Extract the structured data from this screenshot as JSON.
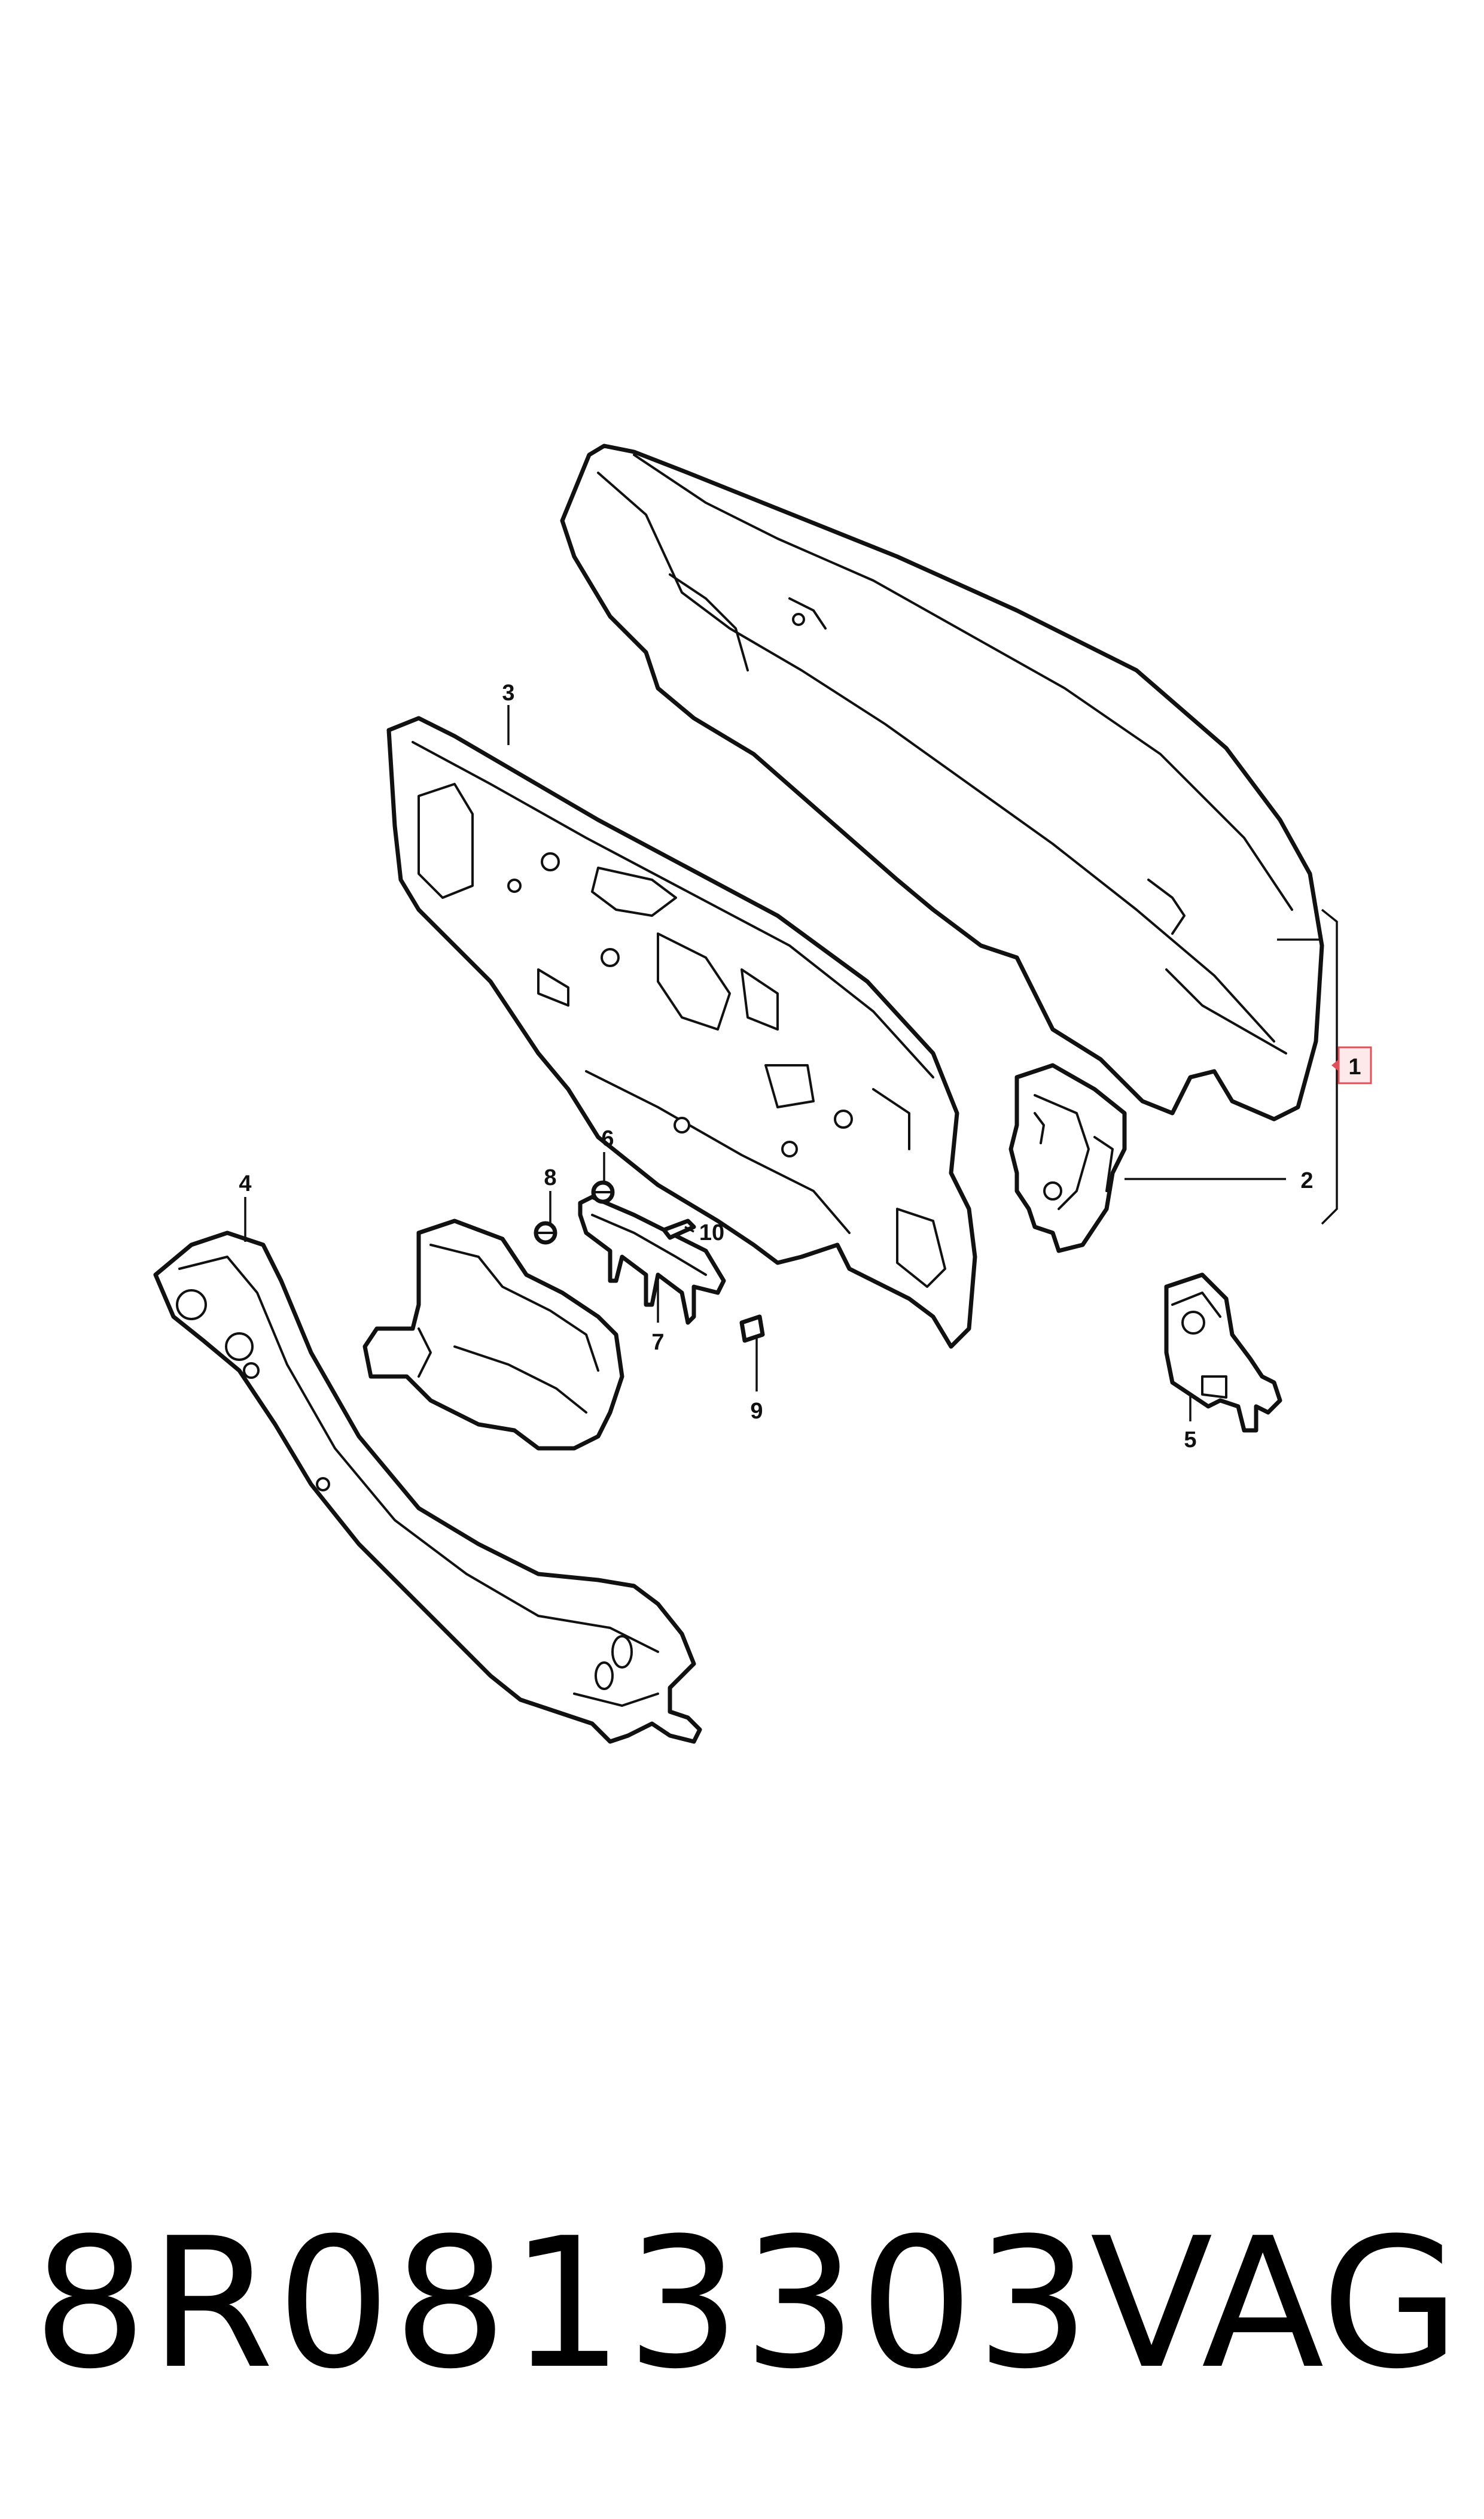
{
  "callouts": [
    {
      "id": "1",
      "label": "1",
      "highlighted": true
    },
    {
      "id": "2",
      "label": "2"
    },
    {
      "id": "3",
      "label": "3"
    },
    {
      "id": "4",
      "label": "4"
    },
    {
      "id": "5",
      "label": "5"
    },
    {
      "id": "6",
      "label": "6"
    },
    {
      "id": "7",
      "label": "7"
    },
    {
      "id": "8",
      "label": "8"
    },
    {
      "id": "9",
      "label": "9"
    },
    {
      "id": "10",
      "label": "10"
    }
  ],
  "highlight_color": "#e0505a",
  "part_number": "8R0813303",
  "brand": "VAG"
}
